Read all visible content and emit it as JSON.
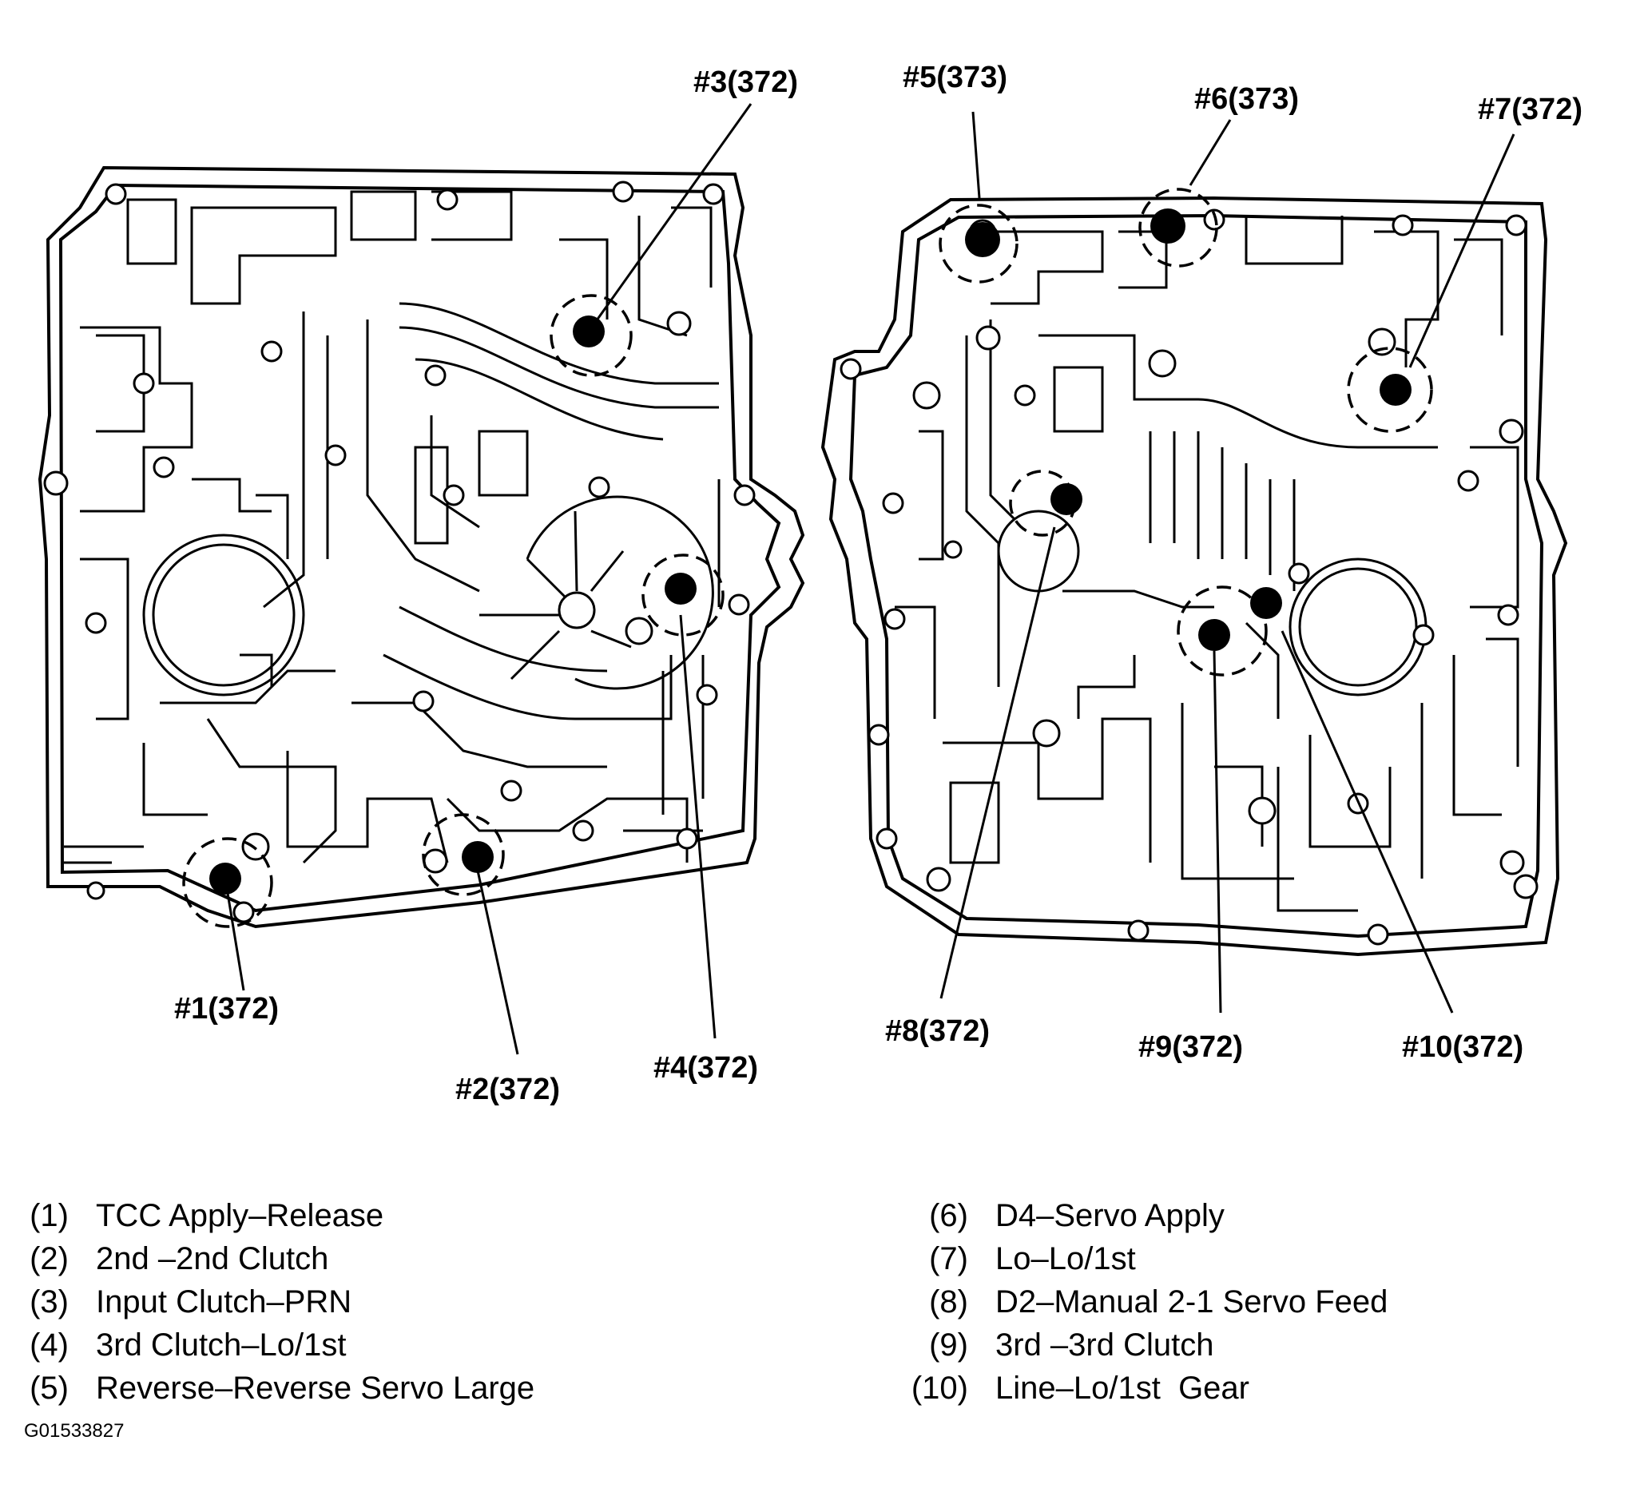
{
  "callouts": [
    {
      "id": "1",
      "label": "#1(372)"
    },
    {
      "id": "2",
      "label": "#2(372)"
    },
    {
      "id": "3",
      "label": "#3(372)"
    },
    {
      "id": "4",
      "label": "#4(372)"
    },
    {
      "id": "5",
      "label": "#5(373)"
    },
    {
      "id": "6",
      "label": "#6(373)"
    },
    {
      "id": "7",
      "label": "#7(372)"
    },
    {
      "id": "8",
      "label": "#8(372)"
    },
    {
      "id": "9",
      "label": "#9(372)"
    },
    {
      "id": "10",
      "label": "#10(372)"
    }
  ],
  "legend": {
    "left": [
      {
        "num": "(1)",
        "text": "TCC Apply–Release"
      },
      {
        "num": "(2)",
        "text": "2nd –2nd Clutch"
      },
      {
        "num": "(3)",
        "text": "Input Clutch–PRN"
      },
      {
        "num": "(4)",
        "text": "3rd Clutch–Lo/1st"
      },
      {
        "num": "(5)",
        "text": "Reverse–Reverse Servo Large"
      }
    ],
    "right": [
      {
        "num": "(6)",
        "text": "D4–Servo Apply"
      },
      {
        "num": "(7)",
        "text": "Lo–Lo/1st"
      },
      {
        "num": "(8)",
        "text": "D2–Manual 2-1 Servo Feed"
      },
      {
        "num": "(9)",
        "text": "3rd –3rd Clutch"
      },
      {
        "num": "(10)",
        "text": "Line–Lo/1st  Gear"
      }
    ]
  },
  "figure_id": "G01533827"
}
